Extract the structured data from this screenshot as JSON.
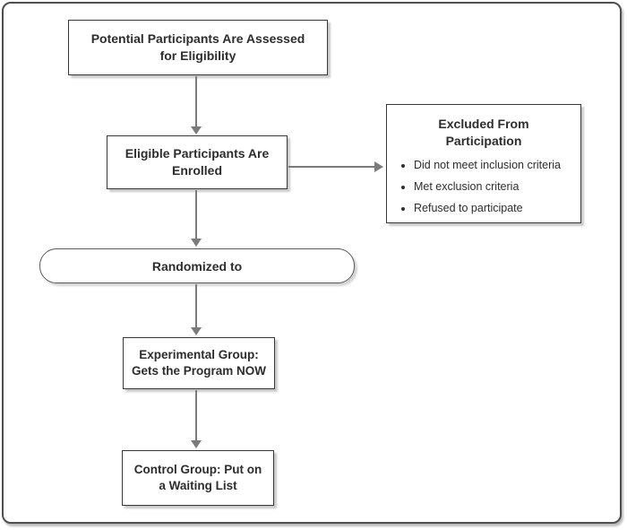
{
  "nodes": {
    "assess": {
      "text": "Potential Participants Are Assessed\nfor Eligibility"
    },
    "enroll": {
      "text": "Eligible Participants Are\nEnrolled"
    },
    "excluded": {
      "title": "Excluded From\nParticipation",
      "bullets": [
        "Did not meet inclusion criteria",
        "Met exclusion criteria",
        "Refused to participate"
      ]
    },
    "randomized": {
      "text": "Randomized to"
    },
    "experimental": {
      "text": "Experimental Group:\nGets the Program NOW"
    },
    "control": {
      "text": "Control Group: Put on\na Waiting List"
    }
  },
  "edges": [
    {
      "from": "assess",
      "to": "enroll"
    },
    {
      "from": "enroll",
      "to": "excluded"
    },
    {
      "from": "enroll",
      "to": "randomized"
    },
    {
      "from": "randomized",
      "to": "experimental"
    },
    {
      "from": "experimental",
      "to": "control"
    }
  ],
  "colors": {
    "background": "#ffffff",
    "box_border": "#383838",
    "pill_border": "#5a5a5a",
    "frame_border": "#4f4f4f",
    "arrow": "#7b7b7b",
    "shadow": "#c9c9c9",
    "text": "#2d2d2d"
  }
}
